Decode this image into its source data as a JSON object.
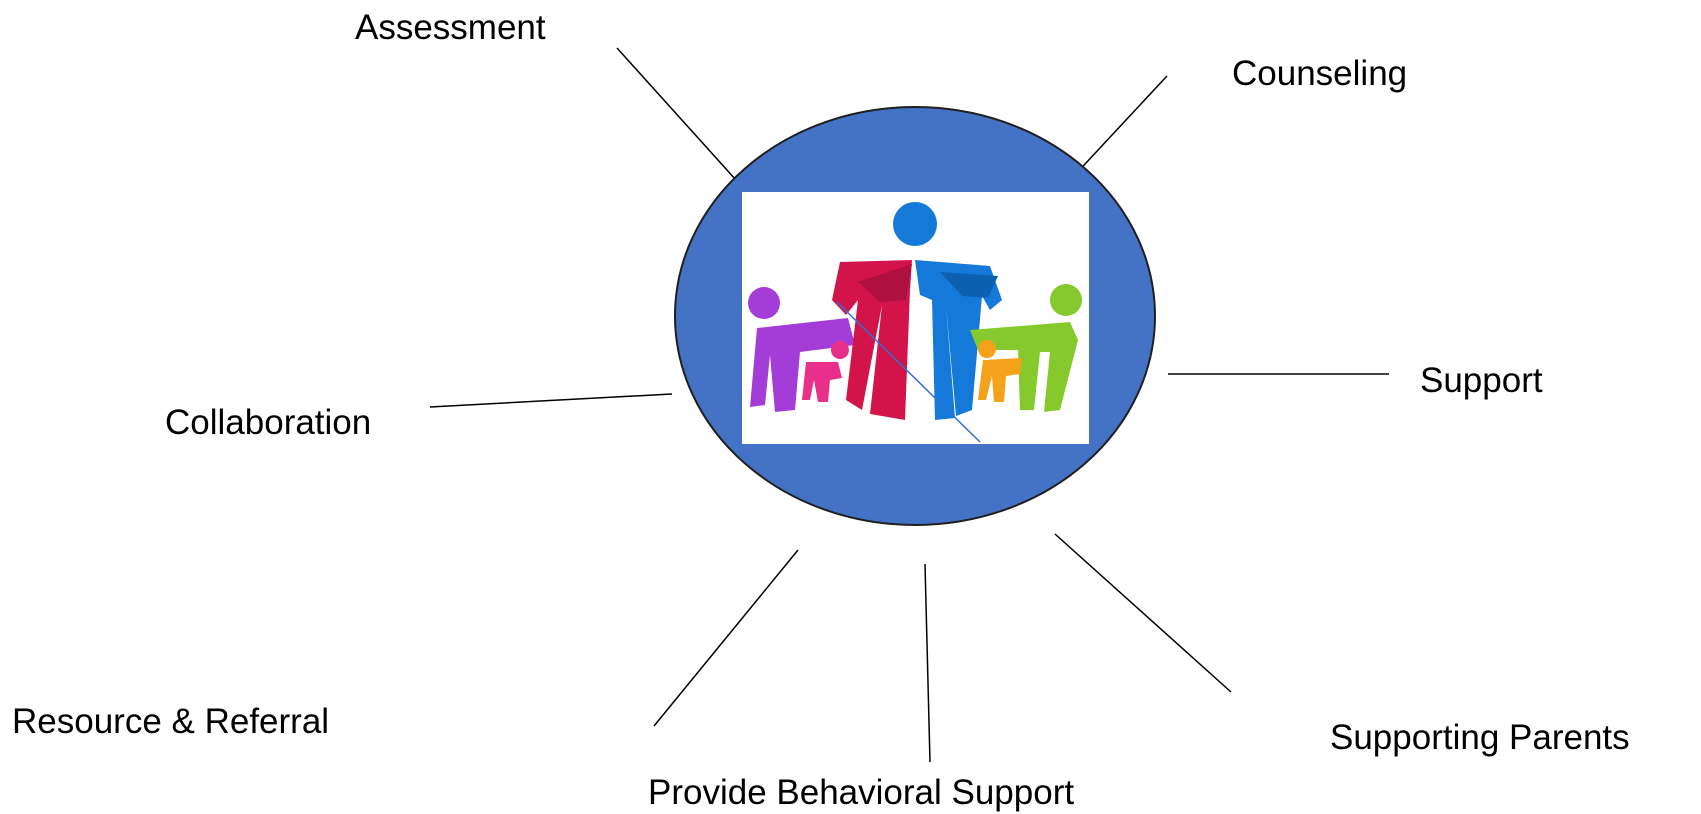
{
  "diagram": {
    "labels": {
      "assessment": "Assessment",
      "counseling": "Counseling",
      "support": "Support",
      "collaboration": "Collaboration",
      "resource_referral": "Resource & Referral",
      "behavioral_support": "Provide Behavioral Support",
      "supporting_parents": "Supporting Parents"
    },
    "center_image": "family-group-figures",
    "colors": {
      "hub_fill": "#4472c4",
      "hub_stroke": "#1f1f1f",
      "connector": "#000000",
      "figure_purple": "#a43cd8",
      "figure_pink": "#e8308a",
      "figure_red": "#d3144a",
      "figure_blue": "#1479d8",
      "figure_green": "#86c92c",
      "figure_orange": "#f3a21a"
    }
  }
}
